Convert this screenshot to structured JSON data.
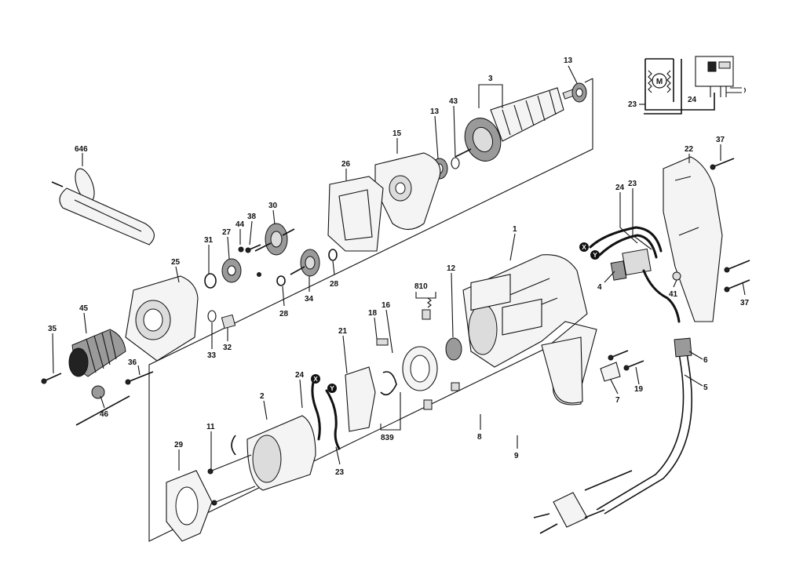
{
  "parts": [
    {
      "id": "646",
      "label": "646"
    },
    {
      "id": "3",
      "label": "3"
    },
    {
      "id": "13a",
      "label": "13"
    },
    {
      "id": "13b",
      "label": "13"
    },
    {
      "id": "43",
      "label": "43"
    },
    {
      "id": "15",
      "label": "15"
    },
    {
      "id": "26",
      "label": "26"
    },
    {
      "id": "30",
      "label": "30"
    },
    {
      "id": "38",
      "label": "38"
    },
    {
      "id": "44",
      "label": "44"
    },
    {
      "id": "27",
      "label": "27"
    },
    {
      "id": "31",
      "label": "31"
    },
    {
      "id": "25",
      "label": "25"
    },
    {
      "id": "45",
      "label": "45"
    },
    {
      "id": "35",
      "label": "35"
    },
    {
      "id": "36",
      "label": "36"
    },
    {
      "id": "46",
      "label": "46"
    },
    {
      "id": "33",
      "label": "33"
    },
    {
      "id": "32",
      "label": "32"
    },
    {
      "id": "34",
      "label": "34"
    },
    {
      "id": "28a",
      "label": "28"
    },
    {
      "id": "28b",
      "label": "28"
    },
    {
      "id": "1",
      "label": "1"
    },
    {
      "id": "810",
      "label": "810"
    },
    {
      "id": "12",
      "label": "12"
    },
    {
      "id": "16",
      "label": "16"
    },
    {
      "id": "18",
      "label": "18"
    },
    {
      "id": "21",
      "label": "21"
    },
    {
      "id": "839",
      "label": "839"
    },
    {
      "id": "24a",
      "label": "24"
    },
    {
      "id": "2",
      "label": "2"
    },
    {
      "id": "11",
      "label": "11"
    },
    {
      "id": "23a",
      "label": "23"
    },
    {
      "id": "29",
      "label": "29"
    },
    {
      "id": "8",
      "label": "8"
    },
    {
      "id": "9",
      "label": "9"
    },
    {
      "id": "22",
      "label": "22"
    },
    {
      "id": "37a",
      "label": "37"
    },
    {
      "id": "37b",
      "label": "37"
    },
    {
      "id": "24b",
      "label": "24"
    },
    {
      "id": "23b",
      "label": "23"
    },
    {
      "id": "4",
      "label": "4"
    },
    {
      "id": "41",
      "label": "41"
    },
    {
      "id": "7",
      "label": "7"
    },
    {
      "id": "19",
      "label": "19"
    },
    {
      "id": "6",
      "label": "6"
    },
    {
      "id": "5",
      "label": "5"
    }
  ],
  "wire_markers": {
    "x": "X",
    "y": "Y"
  },
  "schematic": {
    "motor": "M",
    "label_23": "23",
    "label_24": "24"
  },
  "colors": {
    "ink": "#111111",
    "paper": "#ffffff"
  }
}
